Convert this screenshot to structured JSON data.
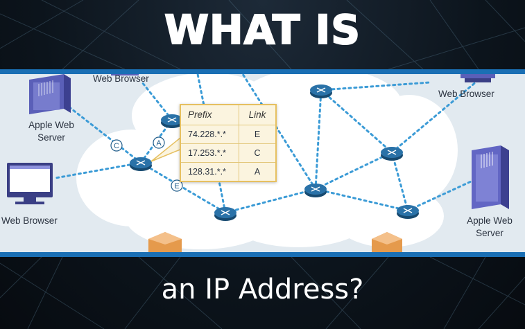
{
  "title": {
    "top": "WHAT IS",
    "bottom": "an IP Address?"
  },
  "diagram": {
    "labels": {
      "browser_top_center": "Web Browser",
      "browser_top_right": "Web Browser",
      "browser_left": "Web Browser",
      "server_left_line1": "Apple Web",
      "server_left_line2": "Server",
      "server_right_line1": "Apple Web",
      "server_right_line2": "Server"
    },
    "link_markers": [
      "C",
      "A",
      "E"
    ],
    "routing_table": {
      "headers": [
        "Prefix",
        "Link"
      ],
      "rows": [
        {
          "prefix": "74.228.*.*",
          "link": "E"
        },
        {
          "prefix": "17.253.*.*",
          "link": "C"
        },
        {
          "prefix": "128.31.*.*",
          "link": "A"
        }
      ]
    },
    "colors": {
      "frame": "#1a6fb4",
      "router": "#1f5c8a",
      "link": "#3b9bd6",
      "cloud": "#ffffff",
      "table_bg": "#fbf4df",
      "table_border": "#e6c060",
      "server": "#6f73c9"
    }
  }
}
